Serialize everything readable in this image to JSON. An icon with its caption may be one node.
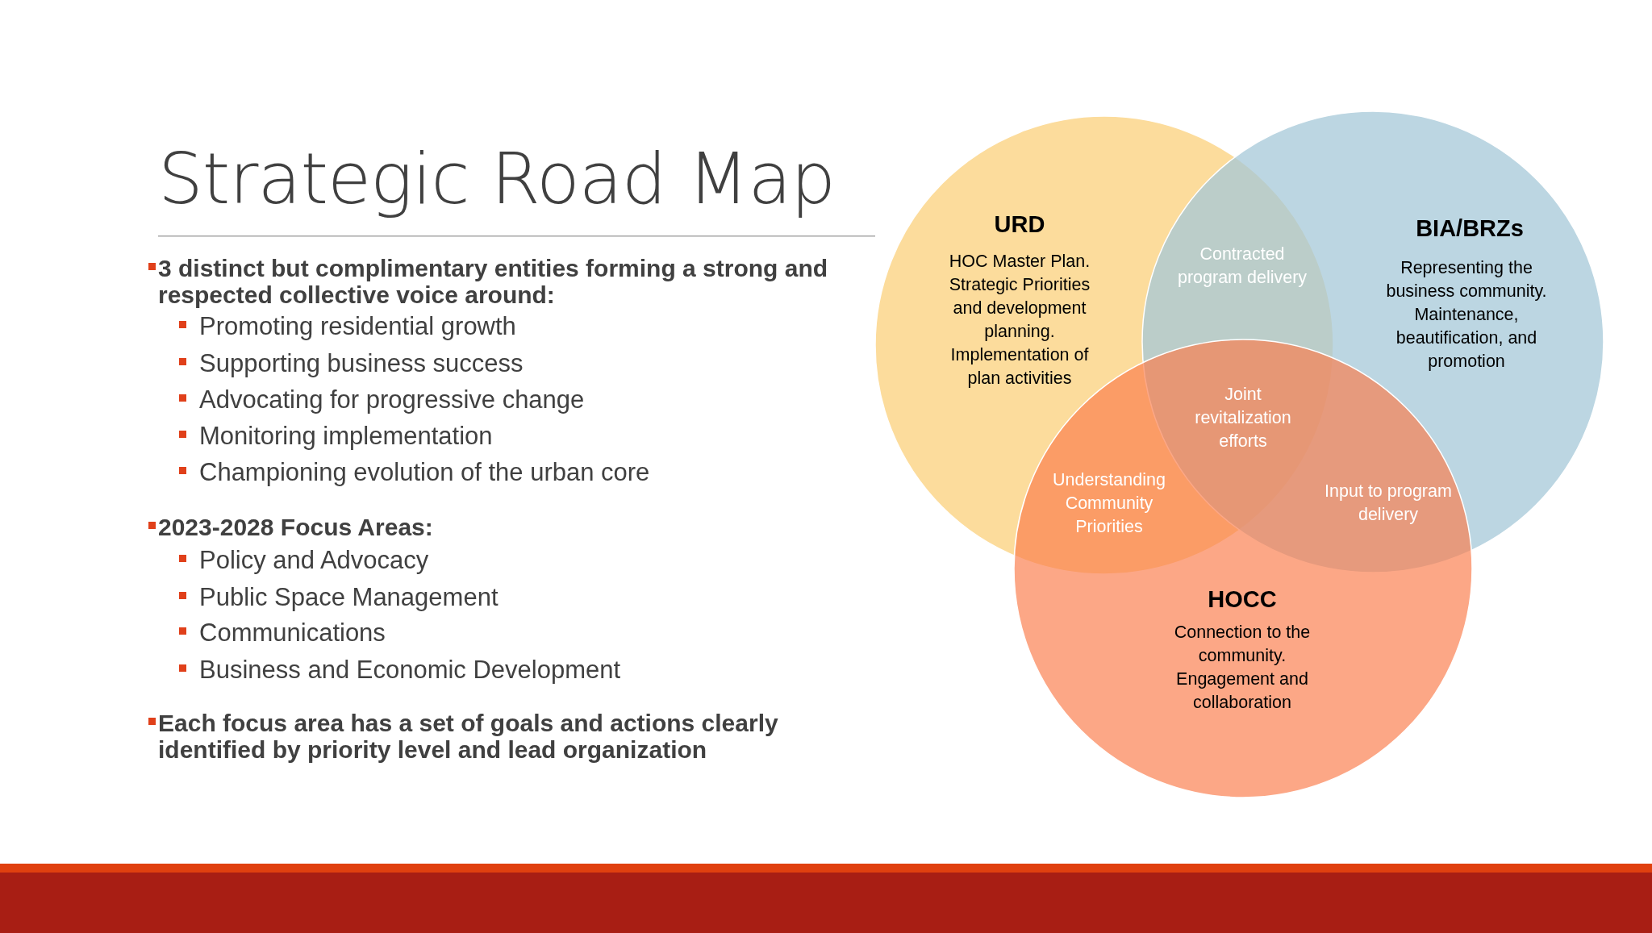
{
  "diagram": {
    "title": "Strategic Road Map",
    "nodes": [
      {
        "text": [
          "URD",
          "HOC Master Plan. Strategic Priorities and development planning. Implementation of plan activities"
        ]
      },
      {
        "text": [
          "BIA/BRZs",
          "Representing the business community. Maintenance, beautification, and promotion"
        ]
      },
      {
        "text": [
          "HOCC",
          "Connection to the community. Engagement and collaboration"
        ]
      }
    ],
    "edges": [],
    "labels": [
      "3 distinct but complimentary entities forming a strong and respected collective voice around:",
      "Promoting residential growth",
      "Supporting business success",
      "Advocating for progressive change",
      "Monitoring implementation",
      "Championing evolution of the urban core",
      "2023-2028 Focus Areas:",
      "Policy and Advocacy",
      "Public Space Management",
      "Communications",
      "Business and Economic Development",
      "Each focus area has a set of goals and actions clearly identified by priority level and lead organization",
      "Contracted program delivery",
      "Joint revitalization efforts",
      "Understanding Community Priorities",
      "Input to program delivery"
    ]
  }
}
